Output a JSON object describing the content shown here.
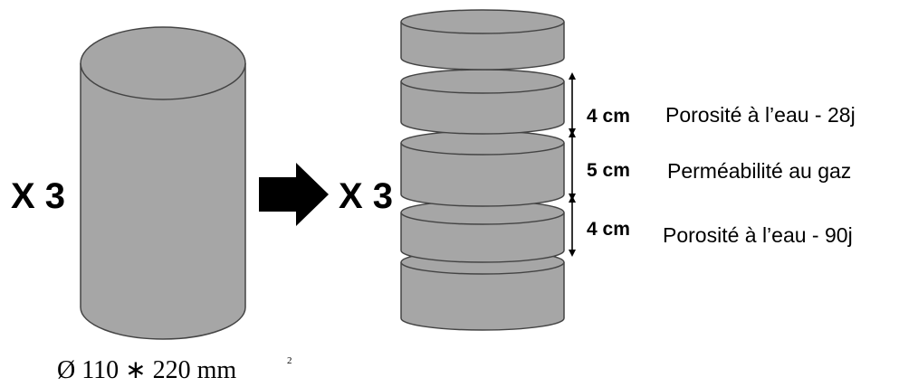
{
  "left": {
    "multiplier": "X 3",
    "dimension": "Ø 110 ∗ 220 mm",
    "dimension_sup": "2"
  },
  "right": {
    "multiplier": "X 3",
    "measurements": [
      {
        "thickness": "4 cm",
        "test": "Porosité à l’eau - 28j"
      },
      {
        "thickness": "5 cm",
        "test": "Perméabilité au gaz"
      },
      {
        "thickness": "4 cm",
        "test": "Porosité à l’eau - 90j"
      }
    ]
  },
  "colors": {
    "specimen_fill": "#a6a6a6",
    "specimen_stroke": "#444444",
    "arrow": "#000000"
  }
}
